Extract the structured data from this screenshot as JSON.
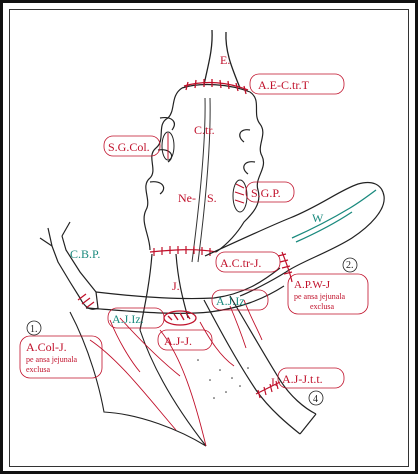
{
  "labels": {
    "esophagus": "E.",
    "ae_ctr_t": "A.E-C.tr.T",
    "colon_transverse": "C.tr.",
    "sg_col": "S.G.Col.",
    "ne": "Ne-",
    "s": "S.",
    "sgp": "S.G.P.",
    "cbp": "C.B.P.",
    "w": "W",
    "actr_j": "A.C.tr-J.",
    "j_upper": "J.",
    "num_2": "2.",
    "apw_j_line1": "A.P.W-J",
    "apw_j_line2": "pe ansa jejunala",
    "apw_j_line3": "exclusa",
    "aj_iz_right": "A.J.Iz.",
    "aj_iz_left": "A.J.Iz.",
    "num_1": "1.",
    "acol_j_line1": "A.Col-J.",
    "acol_j_line2": "pe ansa jejunala",
    "acol_j_line3": "exclusa",
    "aj_j": "A.J-J.",
    "j_lower": "J.",
    "aj_jtt": "A.J-J.t.t.",
    "num_4": "4"
  },
  "colors": {
    "red": "#c0102a",
    "teal": "#1a8a7e",
    "ink": "#222222"
  }
}
